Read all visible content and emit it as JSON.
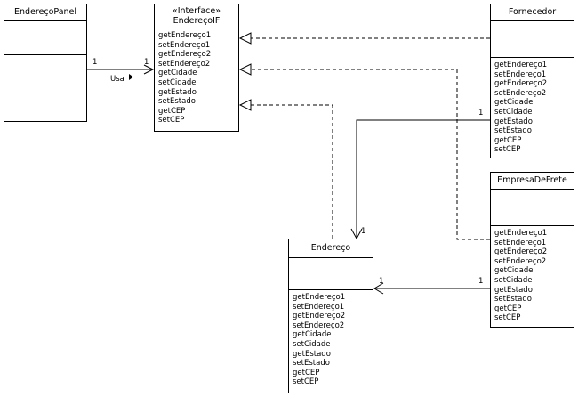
{
  "classes": {
    "endereco_panel": {
      "name": "EndereçoPanel"
    },
    "endereco_if": {
      "stereotype": "«Interface»",
      "name": "EndereçoIF",
      "operations": [
        "getEndereço1",
        "setEndereço1",
        "getEndereço2",
        "setEndereço2",
        "getCidade",
        "setCidade",
        "getEstado",
        "setEstado",
        "getCEP",
        "setCEP"
      ]
    },
    "fornecedor": {
      "name": "Fornecedor",
      "operations": [
        "getEndereço1",
        "setEndereço1",
        "getEndereço2",
        "setEndereço2",
        "getCidade",
        "setCidade",
        "getEstado",
        "setEstado",
        "getCEP",
        "setCEP"
      ]
    },
    "empresa_de_frete": {
      "name": "EmpresaDeFrete",
      "operations": [
        "getEndereço1",
        "setEndereço1",
        "getEndereço2",
        "setEndereço2",
        "getCidade",
        "setCidade",
        "getEstado",
        "setEstado",
        "getCEP",
        "setCEP"
      ]
    },
    "endereco": {
      "name": "Endereço",
      "operations": [
        "getEndereço1",
        "setEndereço1",
        "getEndereço2",
        "setEndereço2",
        "getCidade",
        "setCidade",
        "getEstado",
        "setEstado",
        "getCEP",
        "setCEP"
      ]
    }
  },
  "associations": {
    "usa": {
      "label": "Usa",
      "source_mult": "1",
      "target_mult": "1"
    },
    "fornecedor_endereco": {
      "source_mult": "1",
      "target_mult": "1"
    },
    "empresa_endereco": {
      "source_mult": "1",
      "target_mult": "1"
    }
  }
}
